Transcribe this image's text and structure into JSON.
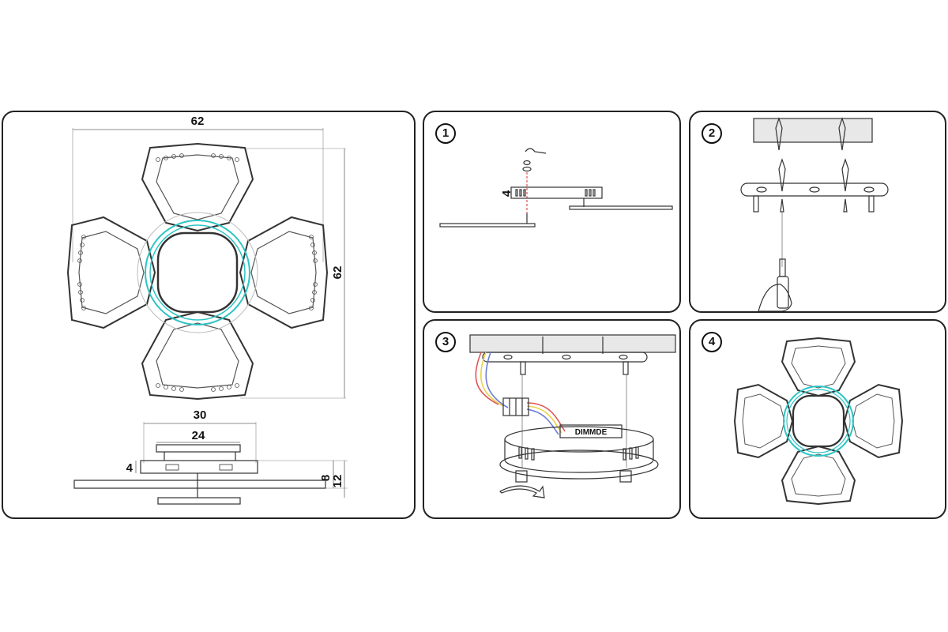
{
  "main": {
    "dims": {
      "width": "62",
      "height": "62",
      "top_width": "30",
      "plate_width": "24",
      "plate_height": "4",
      "height_8": "8",
      "height_12": "12"
    }
  },
  "steps": [
    {
      "number": "1",
      "dim": "4"
    },
    {
      "number": "2"
    },
    {
      "number": "3",
      "label": "DIMMDE"
    },
    {
      "number": "4"
    }
  ],
  "colors": {
    "line": "#333333",
    "led_ring": "#2ec4c4",
    "wire_red": "#e05555",
    "wire_yellow": "#e8d34a",
    "wire_blue": "#6b7bd8",
    "ceiling": "#e8e8e8"
  }
}
